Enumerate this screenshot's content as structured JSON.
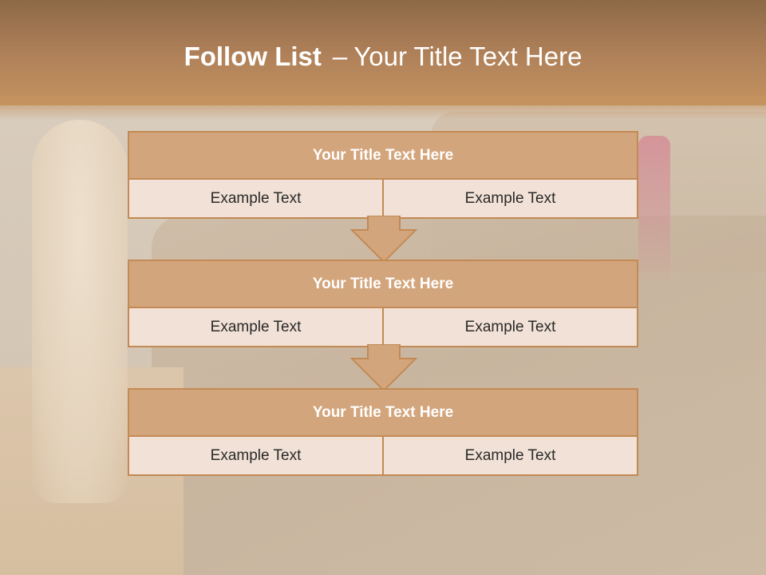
{
  "slide": {
    "title_bold": "Follow List",
    "title_separator": "–",
    "title_rest": "Your Title Text Here"
  },
  "steps": [
    {
      "title": "Your Title Text Here",
      "cells": [
        "Example Text",
        "Example Text"
      ]
    },
    {
      "title": "Your Title Text Here",
      "cells": [
        "Example Text",
        "Example Text"
      ]
    },
    {
      "title": "Your Title Text Here",
      "cells": [
        "Example Text",
        "Example Text"
      ]
    }
  ],
  "colors": {
    "header_band": "#b1825a",
    "box_header": "#d3a57c",
    "box_body": "#f1e1d6",
    "box_border": "#c38a55",
    "arrow_fill": "#d3a57c"
  }
}
